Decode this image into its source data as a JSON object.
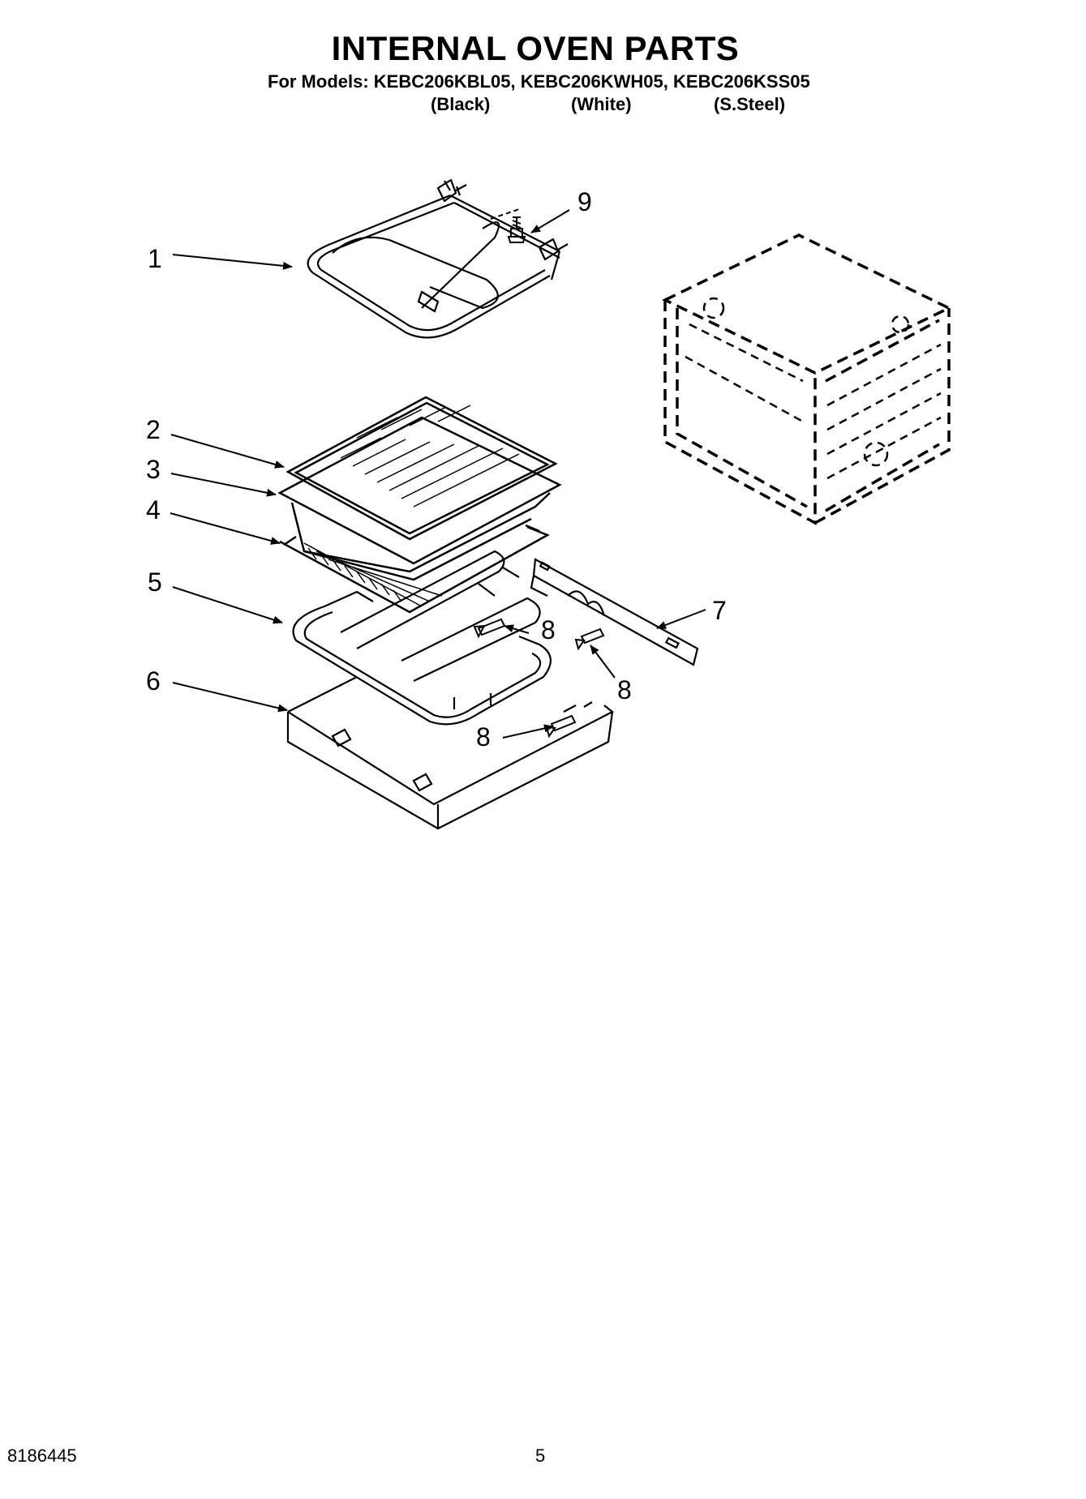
{
  "header": {
    "title": "INTERNAL OVEN PARTS",
    "models_line": "For Models: KEBC206KBL05, KEBC206KWH05, KEBC206KSS05",
    "variants": [
      "(Black)",
      "(White)",
      "(S.Steel)"
    ]
  },
  "callouts": {
    "c1": "1",
    "c2": "2",
    "c3": "3",
    "c4": "4",
    "c5": "5",
    "c6": "6",
    "c7": "7",
    "c8a": "8",
    "c8b": "8",
    "c8c": "8",
    "c9": "9"
  },
  "footer": {
    "doc_number": "8186445",
    "page_number": "5"
  }
}
